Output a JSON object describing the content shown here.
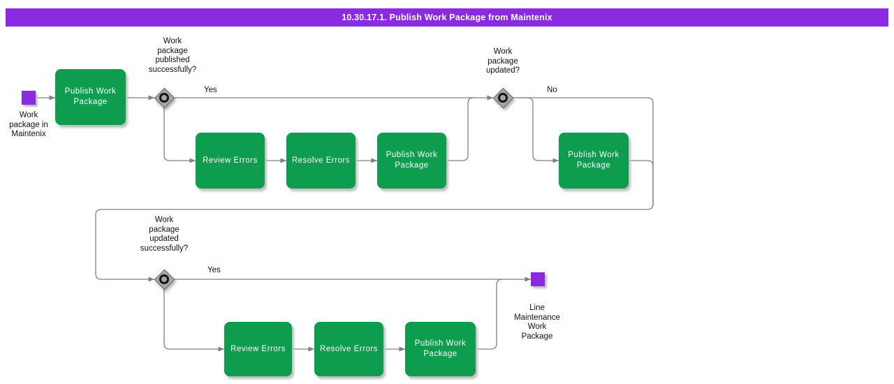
{
  "header": {
    "title": "10.30.17.1. Publish Work Package from Maintenix"
  },
  "colors": {
    "banner": "#8A2BE2",
    "task_fill": "#0E9C4F",
    "event_fill": "#8A2BE2",
    "gateway_fill": "#A6A6A6",
    "connector": "#808080"
  },
  "events": {
    "start": {
      "label": "Work\npackage in\nMaintenix"
    },
    "end": {
      "label": "Line\nMaintenance\nWork\nPackage"
    }
  },
  "gateways": {
    "published": {
      "question": "Work\npackage\npublished\nsuccessfully?",
      "yes_label": "Yes"
    },
    "updated": {
      "question": "Work\npackage\nupdated?",
      "no_label": "No"
    },
    "updated_successfully": {
      "question": "Work\npackage\nupdated\nsuccessfully?",
      "yes_label": "Yes"
    }
  },
  "tasks": {
    "publish_1": {
      "label": "Publish Work\nPackage"
    },
    "review_1": {
      "label": "Review Errors"
    },
    "resolve_1": {
      "label": "Resolve Errors"
    },
    "publish_2": {
      "label": "Publish Work\nPackage"
    },
    "publish_3": {
      "label": "Publish Work\nPackage"
    },
    "review_2": {
      "label": "Review Errors"
    },
    "resolve_2": {
      "label": "Resolve Errors"
    },
    "publish_4": {
      "label": "Publish Work\nPackage"
    }
  }
}
